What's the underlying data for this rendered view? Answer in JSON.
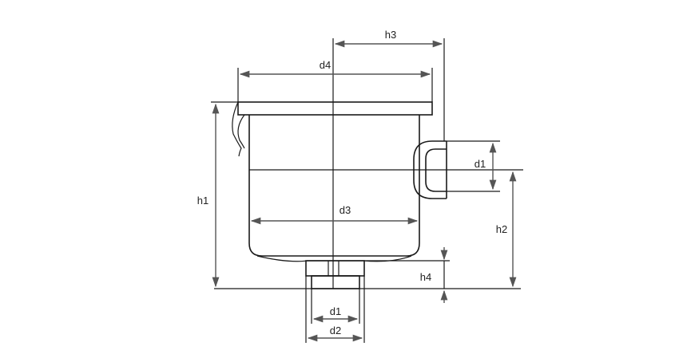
{
  "diagram": {
    "labels": {
      "h1": "h1",
      "h2": "h2",
      "h3": "h3",
      "h4": "h4",
      "d1_side": "d1",
      "d1_bottom": "d1",
      "d2": "d2",
      "d3": "d3",
      "d4": "d4"
    },
    "colors": {
      "outline": "#1a1a1a",
      "dimension": "#555555",
      "background": "#ffffff"
    }
  }
}
